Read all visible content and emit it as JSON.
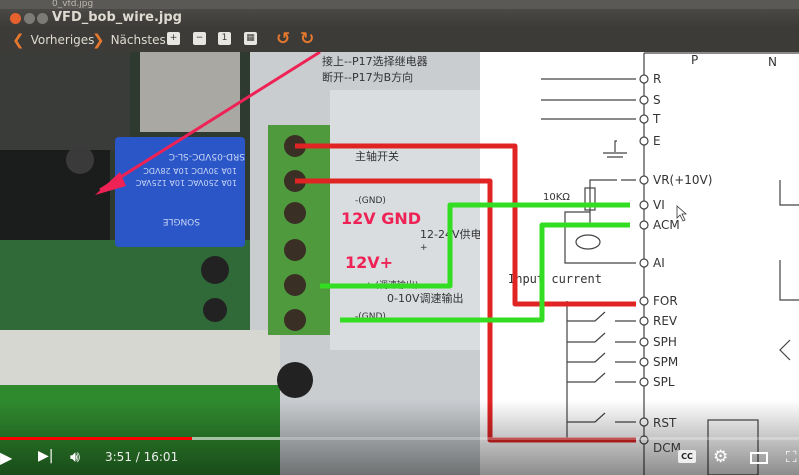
{
  "window": {
    "title": "VFD_bob_wire.jpg",
    "background_title": "0_vfd.jpg"
  },
  "toolbar": {
    "previous": "Vorheriges",
    "next": "Nächstes",
    "zoom_in_icon": "zoom-in-icon",
    "zoom_out_icon": "zoom-out-icon",
    "fit_icon": "normal-size-icon",
    "fullscreen_icon": "best-fit-icon",
    "rotate_left_icon": "rotate-left-icon",
    "rotate_right_icon": "rotate-right-icon"
  },
  "photo": {
    "note_line1": "接上--P17选择继电器",
    "note_line2": "断开--P17为B方向",
    "spindle_switch": "主轴开关",
    "gnd1": "-(GND)",
    "supply": "12-24V供电",
    "plus": "+",
    "speed_plus": "+ (调速输出)",
    "speed_output": "0-10V调速输出",
    "gnd2": "-(GND)",
    "anno_gnd": "12V GND",
    "anno_plus": "12V+",
    "relay_model": "SRD-05VDC-SL-C",
    "relay_rating1": "10A 250VAC 10A 125VAC",
    "relay_rating2": "10A 30VDC 10A 28VDC",
    "relay_brand": "SONGLE"
  },
  "schematic": {
    "top_labels": [
      "P",
      "N"
    ],
    "terminals": [
      "R",
      "S",
      "T",
      "E",
      "VR(+10V)",
      "VI",
      "ACM",
      "AI",
      "FOR",
      "REV",
      "SPH",
      "SPM",
      "SPL",
      "RST",
      "DCM"
    ],
    "resistor": "10KΩ",
    "input_current": "Input current"
  },
  "colors": {
    "wire_red": "#e02424",
    "wire_green": "#33dd22",
    "annotation": "#ee2255",
    "progress": "#ff0000",
    "accent": "#e5782d"
  },
  "player": {
    "current_time": "3:51",
    "duration": "16:01",
    "time_display": "3:51 / 16:01",
    "progress_fraction": 0.24,
    "buffered_fraction": 0.35,
    "cc_label": "CC"
  }
}
